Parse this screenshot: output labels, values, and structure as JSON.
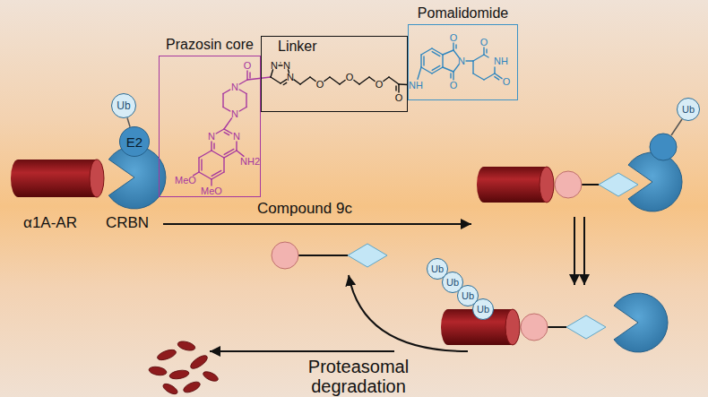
{
  "diagram": {
    "nodes": [
      {
        "text": [
          "Prazosin core"
        ]
      },
      {
        "text": [
          "Linker"
        ]
      },
      {
        "text": [
          "Pomalidomide"
        ]
      },
      {
        "text": [
          "E2"
        ]
      },
      {
        "text": [
          "Ub"
        ]
      },
      {
        "text": [
          "Ub"
        ]
      },
      {
        "text": [
          "Ub"
        ]
      },
      {
        "text": [
          "Ub"
        ]
      },
      {
        "text": [
          "Ub"
        ]
      },
      {
        "text": [
          "Ub"
        ]
      }
    ],
    "edges": [
      {
        "from": 3,
        "to": 4,
        "arrow": "none"
      }
    ],
    "labels": [
      "O",
      "N",
      "N",
      "N",
      "N",
      "NH2",
      "MeO",
      "MeO",
      "N",
      "N",
      "N",
      "O",
      "O",
      "O",
      "O",
      "O",
      "N",
      "O",
      "O",
      "NH",
      "O",
      "NH",
      "α1A-AR",
      "CRBN",
      "Compound 9c",
      "Proteasomal degradation"
    ]
  }
}
